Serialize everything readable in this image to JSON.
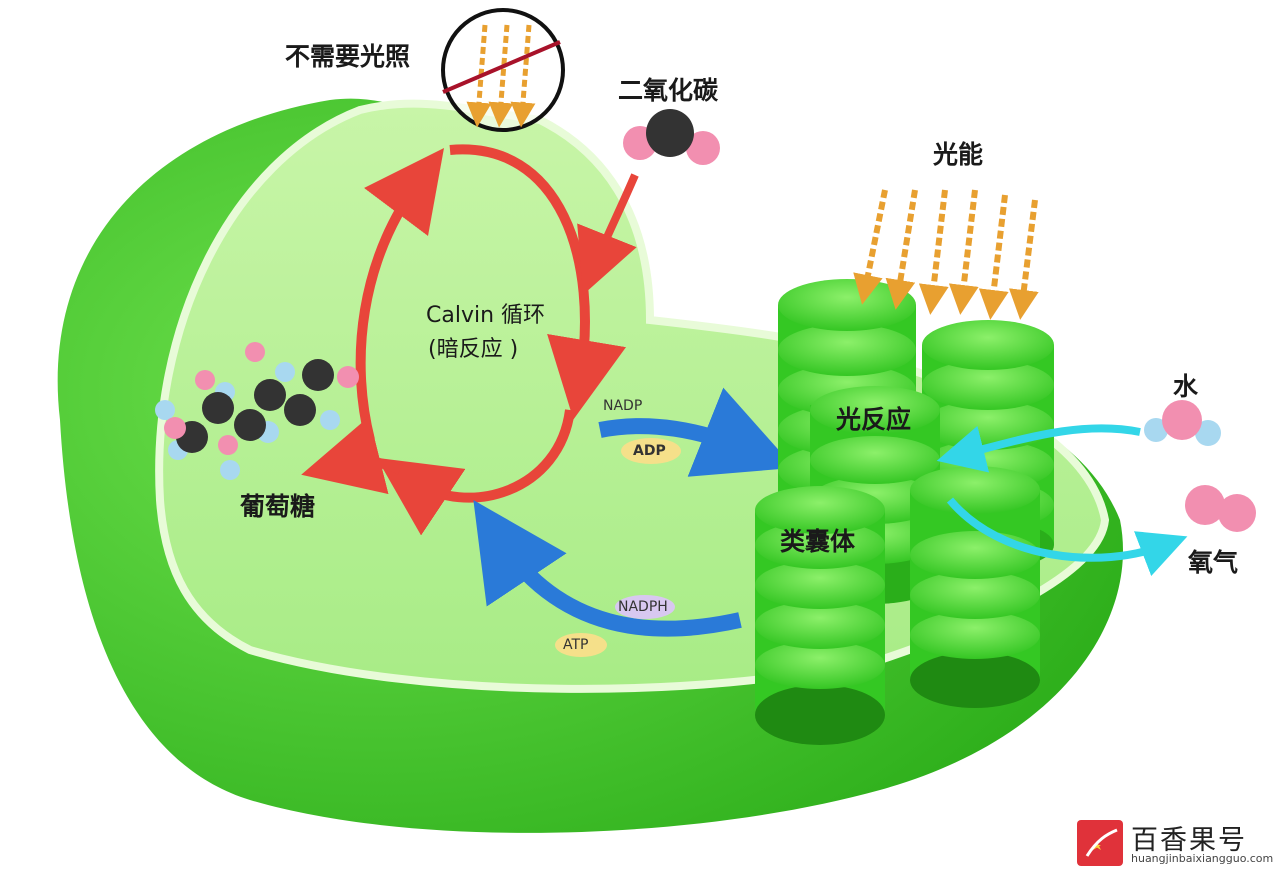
{
  "labels": {
    "no_light": "不需要光照",
    "co2": "二氧化碳",
    "light_energy": "光能",
    "calvin": "Calvin 循环",
    "dark_reaction": "(暗反应 )",
    "glucose": "葡萄糖",
    "light_reaction": "光反应",
    "thylakoid": "类囊体",
    "water": "水",
    "oxygen": "氧气",
    "nadp": "NADP",
    "adp": "ADP",
    "nadph": "NADPH",
    "atp": "ATP"
  },
  "watermark": {
    "name": "百香果号",
    "url": "huangjinbaixiangguo.com"
  },
  "colors": {
    "chloroplast_outer": "#3fc82a",
    "chloroplast_inner": "#b8f09a",
    "calvin_arrow": "#e8453a",
    "energy_arrow": "#2a7ad8",
    "light_arrow": "#e8a030",
    "thylakoid": "#3ed62e",
    "water_oxygen_arrow": "#33d6e8",
    "molecule_pink": "#f28fb0",
    "molecule_dark": "#333333",
    "molecule_blue": "#a8d8f0"
  }
}
